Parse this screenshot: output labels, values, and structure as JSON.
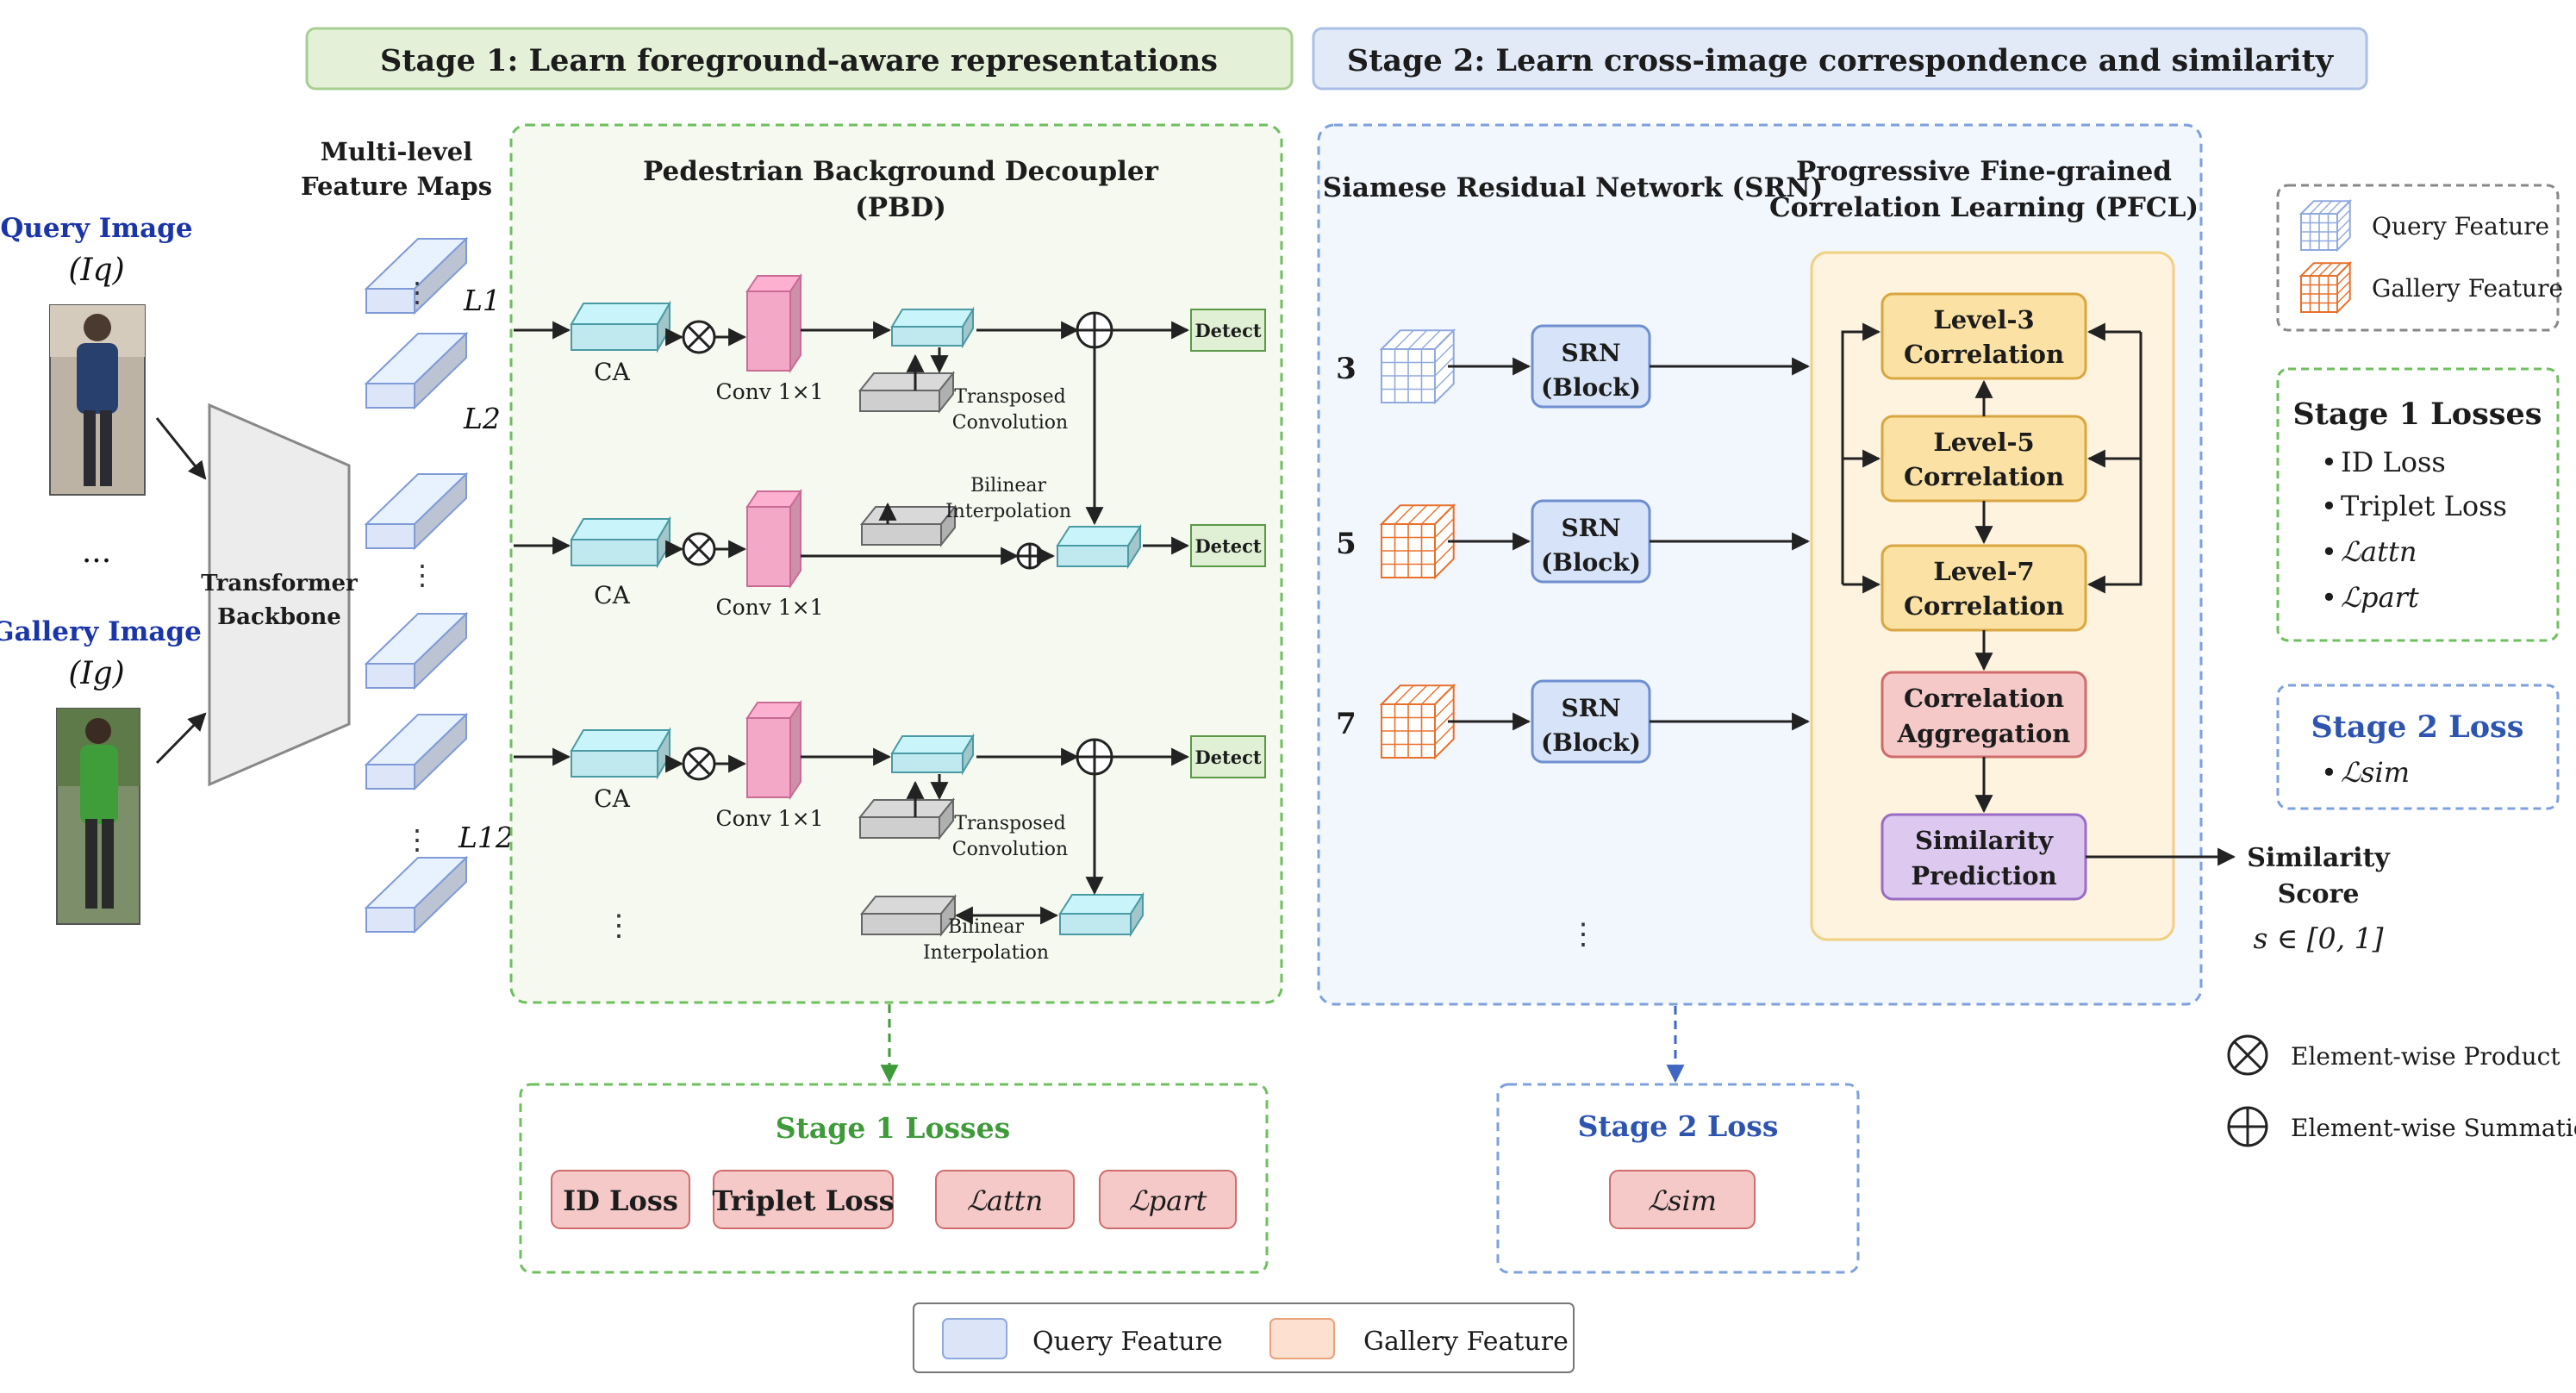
{
  "stage_banners": {
    "stage1": "Stage 1: Learn foreground-aware representations",
    "stage2": "Stage 2: Learn cross-image correspondence and similarity"
  },
  "inputs": {
    "query_label": "Query Image",
    "query_symbol": "(Iq)",
    "ellipsis": "...",
    "gallery_label": "Gallery Image",
    "gallery_symbol": "(Ig)"
  },
  "backbone": {
    "line1": "Transformer",
    "line2": "Backbone"
  },
  "feature_maps": {
    "title_line1": "Multi-level",
    "title_line2": "Feature Maps",
    "levels": [
      "L1",
      "L2",
      "L12"
    ]
  },
  "pbd": {
    "title_line1": "Pedestrian Background Decoupler",
    "title_line2": "(PBD)",
    "ca": "CA",
    "conv": "Conv 1×1",
    "transposed_line1": "Transposed",
    "transposed_line2": "Convolution",
    "bilinear_line1": "Bilinear",
    "bilinear_line2": "Interpolation",
    "detect": "Detect"
  },
  "srn": {
    "title": "Siamese Residual Network (SRN)",
    "scales": [
      "3",
      "5",
      "7"
    ],
    "block_line1": "SRN",
    "block_line2": "(Block)"
  },
  "pfcl": {
    "title_line1": "Progressive Fine-grained",
    "title_line2": "Correlation Learning (PFCL)",
    "level3_line1": "Level-3",
    "level3_line2": "Correlation",
    "level5_line1": "Level-5",
    "level5_line2": "Correlation",
    "level7_line1": "Level-7",
    "level7_line2": "Correlation",
    "agg_line1": "Correlation",
    "agg_line2": "Aggregation",
    "pred_line1": "Similarity",
    "pred_line2": "Prediction"
  },
  "output": {
    "line1": "Similarity",
    "line2": "Score",
    "range": "s ∈ [0, 1]"
  },
  "bottom_losses": {
    "stage1_title": "Stage 1 Losses",
    "stage1_items": [
      "ID Loss",
      "Triplet Loss",
      "ℒattn",
      "ℒpart"
    ],
    "stage2_title": "Stage 2 Loss",
    "stage2_items": [
      "ℒsim"
    ]
  },
  "right_legend": {
    "query": "Query Feature",
    "gallery": "Gallery Feature",
    "stage1_title": "Stage 1 Losses",
    "stage1_items": [
      "ID Loss",
      "Triplet Loss",
      "ℒattn",
      "ℒpart"
    ],
    "stage2_title": "Stage 2 Loss",
    "stage2_items": [
      "ℒsim"
    ],
    "product": "Element-wise Product",
    "summation": "Element-wise Summation"
  },
  "bottom_legend": {
    "query": "Query Feature",
    "gallery": "Gallery Feature"
  },
  "colors": {
    "stage1_green": "#3f9a3a",
    "stage2_blue": "#2d55b0",
    "query_blue": "#8fa9de",
    "gallery_orange": "#e8702a",
    "teal": "#bfe9ee",
    "pink": "#f2a8c6",
    "pfcl_yellow": "#fbe2a4",
    "loss_red": "#f6c9c9",
    "purple": "#ddc9ef"
  }
}
